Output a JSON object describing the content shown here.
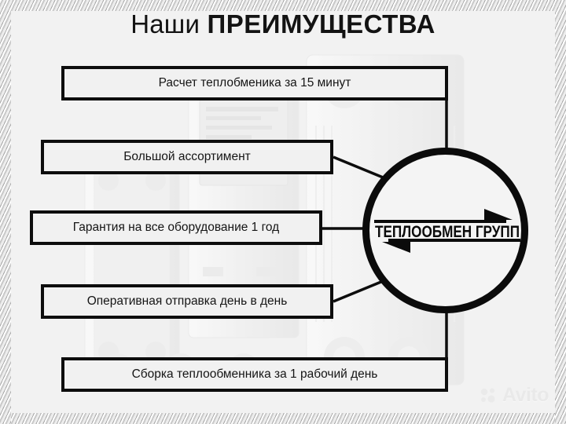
{
  "poster": {
    "title_light": "Наши",
    "title_bold": "ПРЕИМУЩЕСТВА",
    "background_color": "#f2f2f2",
    "line_color": "#0d0d0d",
    "text_color": "#151515"
  },
  "features": [
    {
      "id": "calculation",
      "label": "Расчет теплобменика за 15 минут"
    },
    {
      "id": "assortment",
      "label": "Большой ассортимент"
    },
    {
      "id": "warranty",
      "label": "Гарантия на все оборудование 1 год"
    },
    {
      "id": "shipping",
      "label": "Оперативная отправка день в день"
    },
    {
      "id": "assembly",
      "label": "Сборка теплообменника за 1 рабочий день"
    }
  ],
  "logo": {
    "text": "ТЕПЛООБМЕН ГРУПП",
    "shape": "circle",
    "arrow_top": "arrow-right-icon",
    "arrow_bottom": "arrow-left-icon"
  },
  "watermark": {
    "label": "Avito",
    "icon": "avito-logo-icon"
  }
}
